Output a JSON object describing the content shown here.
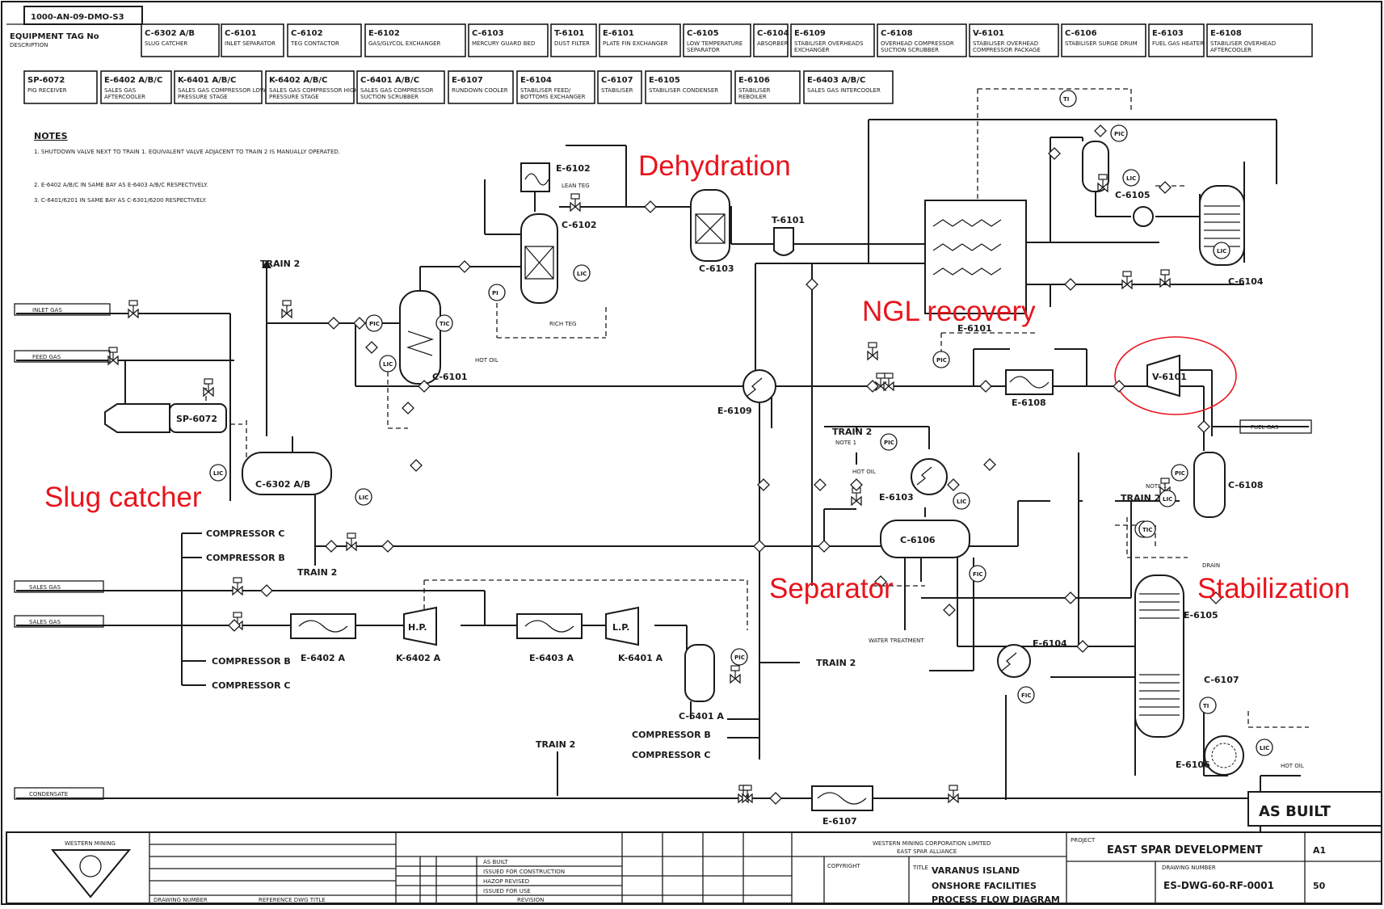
{
  "drawing_ref": "1000-AN-09-DMO-S3",
  "header": {
    "equipment_tag_label": "EQUIPMENT TAG No",
    "description_label": "DESCRIPTION",
    "row1": [
      {
        "tag": "C-6302 A/B",
        "desc": "SLUG CATCHER"
      },
      {
        "tag": "C-6101",
        "desc": "INLET SEPARATOR"
      },
      {
        "tag": "C-6102",
        "desc": "TEG CONTACTOR"
      },
      {
        "tag": "E-6102",
        "desc": "GAS/GLYCOL EXCHANGER"
      },
      {
        "tag": "C-6103",
        "desc": "MERCURY GUARD BED"
      },
      {
        "tag": "T-6101",
        "desc": "DUST FILTER"
      },
      {
        "tag": "E-6101",
        "desc": "PLATE FIN EXCHANGER"
      },
      {
        "tag": "C-6105",
        "desc": "LOW TEMPERATURE SEPARATOR"
      },
      {
        "tag": "C-6104",
        "desc": "ABSORBER"
      },
      {
        "tag": "E-6109",
        "desc": "STABILISER OVERHEADS EXCHANGER"
      },
      {
        "tag": "C-6108",
        "desc": "OVERHEAD COMPRESSOR SUCTION SCRUBBER"
      },
      {
        "tag": "V-6101",
        "desc": "STABILISER OVERHEAD COMPRESSOR PACKAGE"
      },
      {
        "tag": "C-6106",
        "desc": "STABILISER SURGE DRUM"
      },
      {
        "tag": "E-6103",
        "desc": "FUEL GAS HEATER"
      },
      {
        "tag": "E-6108",
        "desc": "STABILISER OVERHEAD AFTERCOOLER"
      }
    ],
    "row2": [
      {
        "tag": "SP-6072",
        "desc": "PIG RECEIVER"
      },
      {
        "tag": "E-6402 A/B/C",
        "desc": "SALES GAS AFTERCOOLER"
      },
      {
        "tag": "K-6401 A/B/C",
        "desc": "SALES GAS COMPRESSOR LOW PRESSURE STAGE"
      },
      {
        "tag": "K-6402 A/B/C",
        "desc": "SALES GAS COMPRESSOR HIGH PRESSURE STAGE"
      },
      {
        "tag": "C-6401 A/B/C",
        "desc": "SALES GAS COMPRESSOR SUCTION SCRUBBER"
      },
      {
        "tag": "E-6107",
        "desc": "RUNDOWN COOLER"
      },
      {
        "tag": "E-6104",
        "desc": "STABILISER FEED/ BOTTOMS EXCHANGER"
      },
      {
        "tag": "C-6107",
        "desc": "STABILISER"
      },
      {
        "tag": "E-6105",
        "desc": "STABILISER CONDENSER"
      },
      {
        "tag": "E-6106",
        "desc": "STABILISER REBOILER"
      },
      {
        "tag": "E-6403 A/B/C",
        "desc": "SALES GAS INTERCOOLER"
      }
    ]
  },
  "notes": {
    "title": "NOTES",
    "items": [
      "1. SHUTDOWN VALVE NEXT TO TRAIN 1. EQUIVALENT VALVE ADJACENT TO TRAIN 2 IS MANUALLY OPERATED.",
      "2. E-6402 A/B/C IN SAME BAY AS E-6403 A/B/C RESPECTIVELY.",
      "3. C-6401/6201 IN SAME BAY AS C-6301/6200 RESPECTIVELY."
    ]
  },
  "area_labels": {
    "dehydration": "Dehydration",
    "ngl_recovery": "NGL recovery",
    "slug_catcher": "Slug catcher",
    "separator": "Separator",
    "stabilization": "Stabilization"
  },
  "equipment_labels": {
    "e6102": "E-6102",
    "lean_teg": "LEAN TEG",
    "c6102": "C-6102",
    "rich_teg": "RICH TEG",
    "c6103": "C-6103",
    "t6101": "T-6101",
    "c6101": "C-6101",
    "hot_oil": "HOT OIL",
    "e6101": "E-6101",
    "c6105": "C-6105",
    "c6104": "C-6104",
    "e6109": "E-6109",
    "e6108": "E-6108",
    "v6101": "V-6101",
    "sp6072": "SP-6072",
    "c6302": "C-6302  A/B",
    "e6103": "E-6103",
    "hot_oil_2": "HOT OIL",
    "c6106": "C-6106",
    "c6108": "C-6108",
    "drain": "DRAIN",
    "water_treatment": "WATER TREATMENT",
    "e6105": "E-6105",
    "e6104": "E-6104",
    "c6107": "C-6107",
    "e6106": "E-6106",
    "hot_oil_3": "HOT OIL",
    "e6402a": "E-6402 A",
    "k6402a": "K-6402 A",
    "e6403a": "E-6403 A",
    "k6401a": "K-6401 A",
    "hp": "H.P.",
    "lp": "L.P.",
    "c6401a": "C-6401 A",
    "e6107": "E-6107"
  },
  "stream_labels": {
    "train2_top": "TRAIN 2",
    "train2_slug": "TRAIN 2",
    "train2_mid": "TRAIN 2",
    "note1_mid": "NOTE 1",
    "train2_right": "TRAIN 2",
    "note1_right": "NOTE 1",
    "train2_lower": "TRAIN 2",
    "train2_bottom": "TRAIN 2",
    "compressor_c_top": "COMPRESSOR C",
    "compressor_b_top": "COMPRESSOR B",
    "compressor_b_low": "COMPRESSOR B",
    "compressor_c_low": "COMPRESSOR C",
    "compressor_b_right": "COMPRESSOR B",
    "compressor_c_right": "COMPRESSOR C",
    "inlet_1": "INLET GAS",
    "inlet_2": "FEED GAS",
    "sales_gas_1": "SALES GAS",
    "sales_gas_2": "SALES GAS",
    "condensate": "CONDENSATE",
    "fuel_gas": "FUEL GAS"
  },
  "title_block": {
    "as_built": "AS BUILT",
    "company_logo_text": "WESTERN MINING",
    "company_name": "WESTERN MINING CORPORATION LIMITED",
    "alliance": "EAST SPAR ALLIANCE",
    "project_label": "PROJECT",
    "project": "EAST SPAR DEVELOPMENT",
    "title_label": "TITLE",
    "title_line1": "VARANUS ISLAND",
    "title_line2": "ONSHORE FACILITIES",
    "title_line3": "PROCESS FLOW DIAGRAM",
    "drawing_number_label": "DRAWING NUMBER",
    "drawing_number": "ES-DWG-60-RF-0001",
    "size": "A1",
    "rev": "50",
    "copyright_label": "COPYRIGHT",
    "drawing_number_col": "DRAWING NUMBER",
    "reference_title_col": "REFERENCE DWG TITLE",
    "revision_col": "REVISION",
    "revisions": [
      "AS BUILT",
      "ISSUED FOR CONSTRUCTION",
      "HAZOP REVISED",
      "ISSUED FOR USE"
    ]
  },
  "instrument_tags": {
    "pic": "PIC",
    "lic": "LIC",
    "tic": "TIC",
    "fic": "FIC",
    "pi": "PI",
    "ti": "TI"
  }
}
